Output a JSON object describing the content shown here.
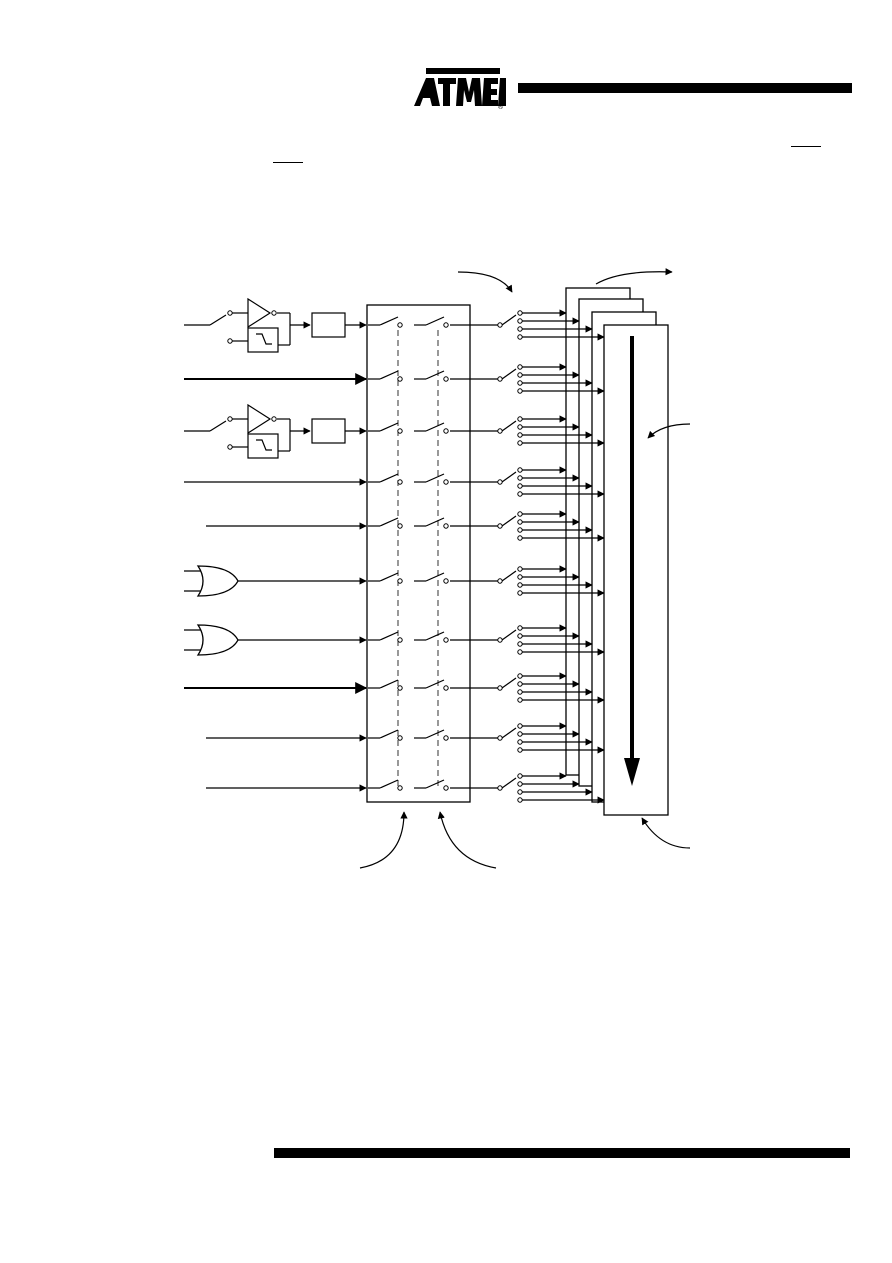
{
  "header": {
    "logo": {
      "text": "ATMEL",
      "mark": "®",
      "color": "#000000"
    }
  },
  "figure": {
    "description_visible": false,
    "channel_count": 10,
    "channels": [
      {
        "source": "inverter-with-edge-detect"
      },
      {
        "source": "direct-line"
      },
      {
        "source": "inverter-with-edge-detect"
      },
      {
        "source": "direct-line"
      },
      {
        "source": "direct-line"
      },
      {
        "source": "or-gate"
      },
      {
        "source": "or-gate"
      },
      {
        "source": "direct-line"
      },
      {
        "source": "direct-line"
      },
      {
        "source": "direct-line"
      }
    ],
    "stacked_panels": 4,
    "colors": {
      "ink": "#000000",
      "paper": "#ffffff"
    }
  }
}
